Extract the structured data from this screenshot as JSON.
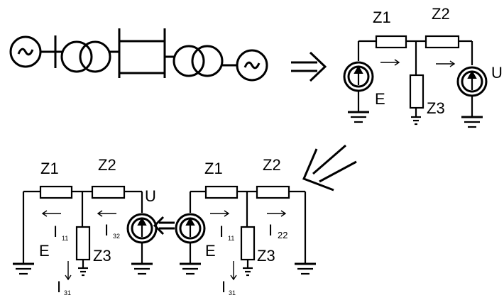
{
  "labels": {
    "z1": "Z1",
    "z2": "Z2",
    "z3": "Z3",
    "e": "E",
    "u": "U",
    "i11": "I",
    "i11_sub": "11",
    "i22": "I",
    "i22_sub": "22",
    "i32": "I",
    "i32_sub": "32",
    "i31": "I",
    "i31_sub": "31"
  },
  "colors": {
    "line": "#000000",
    "background": "#ffffff"
  }
}
